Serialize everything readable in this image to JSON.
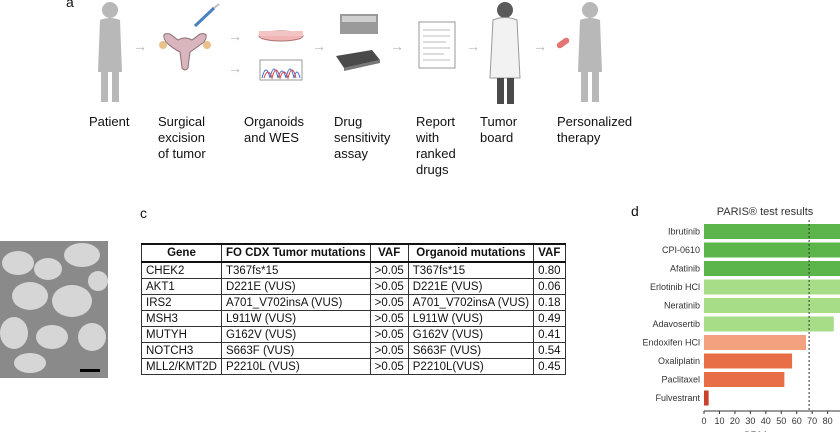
{
  "panel_a": {
    "letter": "a",
    "steps": [
      {
        "label": "Patient",
        "icon": "patient-icon"
      },
      {
        "label": "Surgical\nexcision\nof tumor",
        "icon": "uterus-icon"
      },
      {
        "label": "Organoids\nand WES",
        "icon": "petri-dish-icon"
      },
      {
        "label": "Drug\nsensitivity\nassay",
        "icon": "plate-reader-icon"
      },
      {
        "label": "Report\nwith\nranked\ndrugs",
        "icon": "report-icon"
      },
      {
        "label": "Tumor\nboard",
        "icon": "doctor-icon"
      },
      {
        "label": "Personalized\ntherapy",
        "icon": "pill-icon"
      }
    ]
  },
  "panel_c": {
    "letter": "c",
    "headers": [
      "Gene",
      "FO CDX Tumor mutations",
      "VAF",
      "Organoid mutations",
      "VAF"
    ],
    "rows": [
      [
        "CHEK2",
        "T367fs*15",
        ">0.05",
        "T367fs*15",
        "0.80"
      ],
      [
        "AKT1",
        "D221E (VUS)",
        ">0.05",
        "D221E (VUS)",
        "0.06"
      ],
      [
        "IRS2",
        "A701_V702insA (VUS)",
        ">0.05",
        "A701_V702insA (VUS)",
        "0.18"
      ],
      [
        "MSH3",
        "L911W (VUS)",
        ">0.05",
        "L911W (VUS)",
        "0.49"
      ],
      [
        "MUTYH",
        "G162V (VUS)",
        ">0.05",
        "G162V (VUS)",
        "0.41"
      ],
      [
        "NOTCH3",
        "S663F (VUS)",
        ">0.05",
        "S663F (VUS)",
        "0.54"
      ],
      [
        "MLL2/KMT2D",
        "P2210L (VUS)",
        ">0.05",
        "P2210L(VUS)",
        "0.45"
      ]
    ]
  },
  "panel_d": {
    "letter": "d"
  },
  "chart_data": {
    "type": "bar",
    "orientation": "horizontal",
    "title": "PARIS® test results",
    "xlabel": "SPM score",
    "ylabel": "",
    "categories": [
      "Ibrutinib",
      "CPI-0610",
      "Afatinib",
      "Erlotinib HCl",
      "Neratinib",
      "Adavosertib",
      "Endoxifen HCl",
      "Oxaliplatin",
      "Paclitaxel",
      "Fulvestrant"
    ],
    "values": [
      88,
      88,
      88,
      88,
      88,
      84,
      66,
      57,
      52,
      3
    ],
    "colors": [
      "#5cb54a",
      "#5cb54a",
      "#5cb54a",
      "#a8dd88",
      "#a8dd88",
      "#a8dd88",
      "#f3a17f",
      "#e86f45",
      "#e86f45",
      "#c8412b"
    ],
    "xlim": [
      0,
      88
    ],
    "xticks": [
      "0",
      "10",
      "20",
      "30",
      "40",
      "50",
      "60",
      "70",
      "80"
    ],
    "threshold": 68,
    "grid": false,
    "legend": "none"
  }
}
